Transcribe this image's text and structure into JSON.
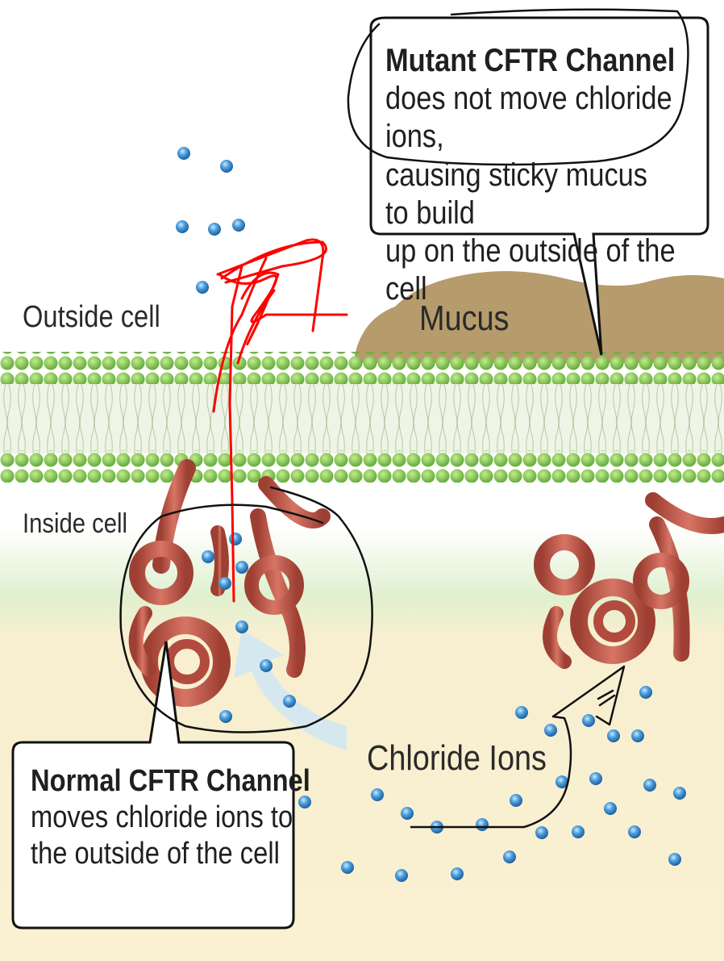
{
  "labels": {
    "outside": "Outside cell",
    "inside": "Inside cell",
    "mucus": "Mucus",
    "chloride": "Chloride Ions"
  },
  "mutant_callout": {
    "title": "Mutant CFTR Channel",
    "lines": [
      "does not move chloride ions,",
      "causing sticky mucus to build",
      "up on the outside of the cell"
    ]
  },
  "normal_callout": {
    "title": "Normal CFTR Channel",
    "lines": [
      "moves chloride ions to",
      "the outside of the cell"
    ]
  },
  "colors": {
    "membrane_head": "#7fc24a",
    "protein": "#c0584a",
    "ion": "#3d8fd0",
    "mucus": "#b99a6a",
    "cytoplasm": "#f6ebc8",
    "annotation_red": "#ff0000",
    "annotation_black": "#111111"
  }
}
